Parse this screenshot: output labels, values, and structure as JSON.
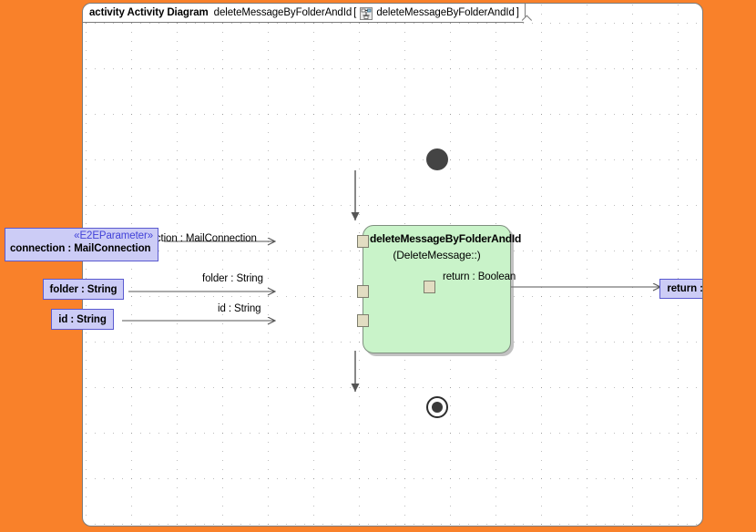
{
  "canvas": {
    "background_color": "#f9812a",
    "frame_background": "#ffffff",
    "grid": "dotted"
  },
  "header": {
    "kind": "activity Activity Diagram",
    "name": "deleteMessageByFolderAndId",
    "bracket_open": "[",
    "icon": "activity-diagram-icon",
    "qualified_name": "deleteMessageByFolderAndId",
    "bracket_close": "]"
  },
  "activity": {
    "title": "deleteMessageByFolderAndId",
    "subtitle": "(DeleteMessage::)",
    "fill_color": "#c9f3c9",
    "border_color": "#7f8f7f"
  },
  "nodes": {
    "initial": "initial-node",
    "final": "activity-final-node"
  },
  "input_parameters": [
    {
      "stereotype": "«E2EParameter»",
      "label": "connection : MailConnection",
      "edge_label": "connection : MailConnection"
    },
    {
      "stereotype": "",
      "label": "folder : String",
      "edge_label": "folder : String"
    },
    {
      "stereotype": "",
      "label": "id : String",
      "edge_label": "id : String"
    }
  ],
  "output_parameters": [
    {
      "stereotype": "",
      "label": "return : Boolean",
      "edge_label": "return : Boolean"
    }
  ],
  "colors": {
    "parameter_fill": "#ccccf6",
    "parameter_border": "#5a5ad0",
    "stereotype_text": "#4141d8",
    "pin_fill": "#e2ddc2",
    "pin_border": "#7d7d6d",
    "edge_stroke": "#555555"
  }
}
